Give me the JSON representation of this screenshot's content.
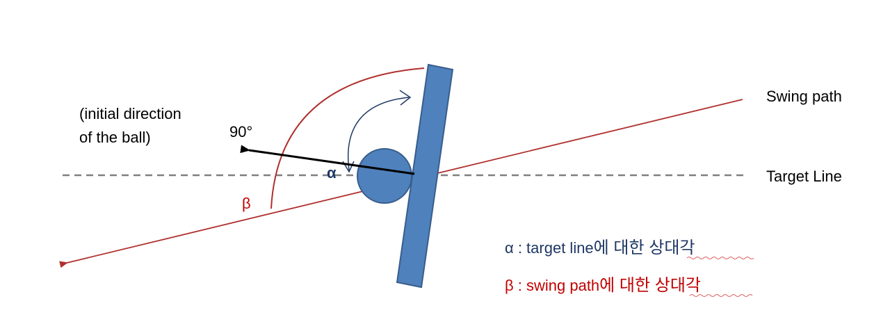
{
  "labels": {
    "initial_direction_line1": "(initial direction",
    "initial_direction_line2": "of the ball)",
    "ninety": "90°",
    "alpha_symbol": "α",
    "beta_symbol": "β",
    "swing_path": "Swing path",
    "target_line": "Target Line"
  },
  "legend": {
    "alpha_prefix": "α : target line",
    "alpha_suffix": "에 대한 상대각",
    "beta_prefix": "β : swing path",
    "beta_suffix": "에 대한 상대각"
  },
  "colors": {
    "swing_path": "#b0302e",
    "target_line": "#7f7f7f",
    "club_fill": "#4f81bd",
    "club_stroke": "#385d8a",
    "ball_direction": "#000000",
    "alpha": "#1f3864",
    "beta": "#c00000",
    "text": "#000000"
  }
}
